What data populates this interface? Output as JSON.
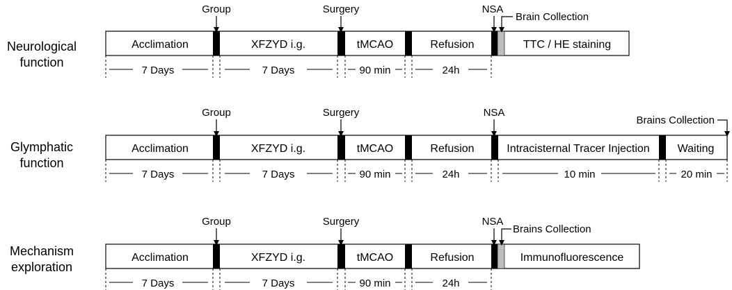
{
  "rows": [
    {
      "title_lines": [
        "Neurological",
        "function"
      ],
      "segments": [
        "Acclimation",
        "XFZYD i.g.",
        "tMCAO",
        "Refusion",
        "TTC / HE staining"
      ],
      "markers": [
        "Group",
        "Surgery",
        "NSA",
        "Brain Collection"
      ],
      "durations": [
        "7 Days",
        "7 Days",
        "90 min",
        "24h"
      ]
    },
    {
      "title_lines": [
        "Glymphatic",
        "function"
      ],
      "segments": [
        "Acclimation",
        "XFZYD i.g.",
        "tMCAO",
        "Refusion",
        "Intracisternal Tracer Injection",
        "Waiting"
      ],
      "markers": [
        "Group",
        "Surgery",
        "NSA",
        "Brains Collection"
      ],
      "durations": [
        "7 Days",
        "7 Days",
        "90 min",
        "24h",
        "10 min",
        "20 min"
      ]
    },
    {
      "title_lines": [
        "Mechanism",
        "exploration"
      ],
      "segments": [
        "Acclimation",
        "XFZYD i.g.",
        "tMCAO",
        "Refusion",
        "Immunofluorescence"
      ],
      "markers": [
        "Group",
        "Surgery",
        "NSA",
        "Brains Collection"
      ],
      "durations": [
        "7 Days",
        "7 Days",
        "90 min",
        "24h"
      ]
    }
  ],
  "colors": {
    "separator_black": "#000000",
    "collection_gray": "#bdbdbd",
    "box_fill": "#ffffff",
    "line": "#000000"
  }
}
